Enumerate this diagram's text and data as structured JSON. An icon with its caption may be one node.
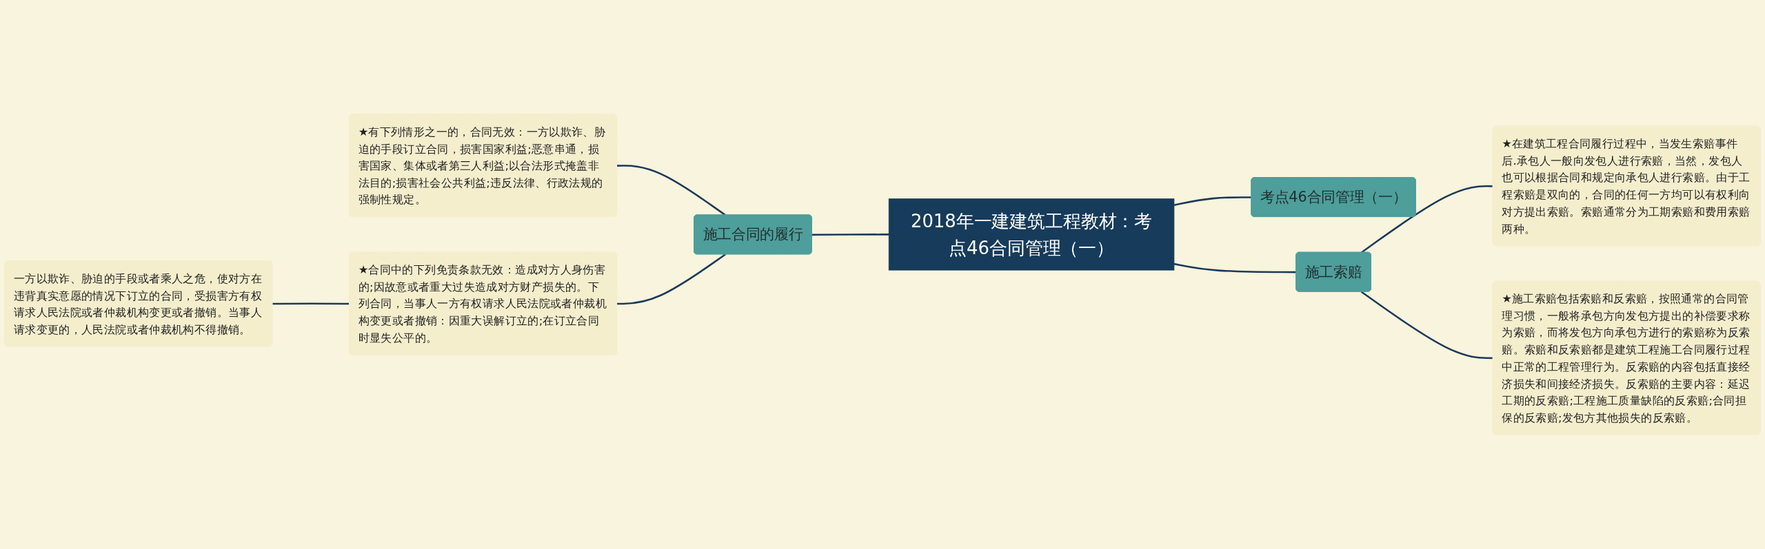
{
  "diagram": {
    "nodes": [
      {
        "text": [
          "2018年一建建筑工程教材：考点46合同管理（一）"
        ]
      },
      {
        "text": [
          "考点46合同管理（一）"
        ]
      },
      {
        "text": [
          "施工合同的履行"
        ]
      },
      {
        "text": [
          "★有下列情形之一的，合同无效：一方以欺诈、胁迫的手段订立合同，损害国家利益;恶意串通，损害国家、集体或者第三人利益;以合法形式掩盖非法目的;损害社会公共利益;违反法律、行政法规的强制性规定。"
        ]
      },
      {
        "text": [
          "★合同中的下列免责条款无效：造成对方人身伤害的;因故意或者重大过失造成对方财产损失的。下列合同，当事人一方有权请求人民法院或者仲裁机构变更或者撤销：因重大误解订立的;在订立合同时显失公平的。"
        ]
      },
      {
        "text": [
          "一方以欺诈、胁迫的手段或者乘人之危，使对方在违背真实意愿的情况下订立的合同，受损害方有权请求人民法院或者仲裁机构变更或者撤销。当事人请求变更的，人民法院或者仲裁机构不得撤销。"
        ]
      },
      {
        "text": [
          "施工索赔"
        ]
      },
      {
        "text": [
          "★在建筑工程合同履行过程中，当发生索赔事件后.承包人一般向发包人进行索赔，当然，发包人也可以根据合同和规定向承包人进行索赔。由于工程索赔是双向的，合同的任何一方均可以有权利向对方提出索赔。索赔通常分为工期索赔和费用索赔两种。"
        ]
      },
      {
        "text": [
          "★施工索赔包括索赔和反索赔，按照通常的合同管理习惯，一般将承包方向发包方提出的补偿要求称为索赔，而将发包方向承包方进行的索赔称为反索赔。索赔和反索赔都是建筑工程施工合同履行过程中正常的工程管理行为。反索赔的内容包括直接经济损失和间接经济损失。反索赔的主要内容：延迟工期的反索赔;工程施工质量缺陷的反索赔;合同担保的反索赔;发包方其他损失的反索赔。"
        ]
      }
    ],
    "edges": [
      {
        "from": 5,
        "to": 4,
        "arrow": "none"
      },
      {
        "from": 3,
        "to": 2,
        "arrow": "none"
      },
      {
        "from": 4,
        "to": 2,
        "arrow": "none"
      },
      {
        "from": 2,
        "to": 0,
        "arrow": "none"
      },
      {
        "from": 0,
        "to": 1,
        "arrow": "none"
      },
      {
        "from": 0,
        "to": 6,
        "arrow": "none"
      },
      {
        "from": 6,
        "to": 7,
        "arrow": "none"
      },
      {
        "from": 6,
        "to": 8,
        "arrow": "none"
      }
    ]
  }
}
